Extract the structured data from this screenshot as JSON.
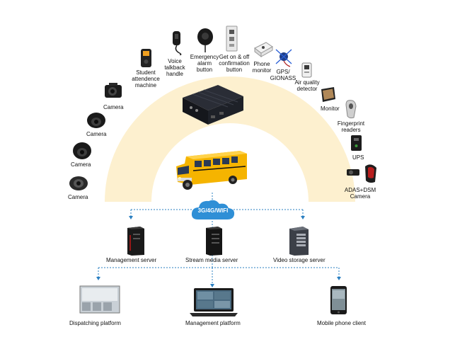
{
  "devices": {
    "voice_talkback": [
      "Voice",
      "talkback",
      "handle"
    ],
    "emergency_alarm": [
      "Emergency",
      "alarm",
      "button"
    ],
    "get_on_off": [
      "Get on & off",
      "confirmation",
      "button"
    ],
    "phone_monitor": [
      "Phone",
      "monitor"
    ],
    "gps": [
      "GPS/",
      "GIONASS"
    ],
    "air_quality": [
      "Air quality",
      "detector"
    ],
    "student_attendance": [
      "Student",
      "attendence",
      "machine"
    ],
    "monitor": "Monitor",
    "camera_1": "Camera",
    "camera_2": "Camera",
    "camera_3": "Camera",
    "camera_4": "Camera",
    "fingerprint": [
      "Fingerprint",
      "readers"
    ],
    "ups": "UPS",
    "adas_dsm": [
      "ADAS+DSM",
      "Camera"
    ]
  },
  "network": {
    "label": "3G/4G/WIFI"
  },
  "servers": {
    "management": "Management server",
    "stream_media": "Stream media server",
    "video_storage": "Video storage server"
  },
  "platforms": {
    "dispatching": "Dispatching platform",
    "management": "Management platform",
    "mobile": "Mobile phone client"
  },
  "colors": {
    "arc": "#fdf0cf",
    "connector": "#2a7fc1",
    "cloud": "#2f8fd6",
    "bus": "#f5b400"
  }
}
